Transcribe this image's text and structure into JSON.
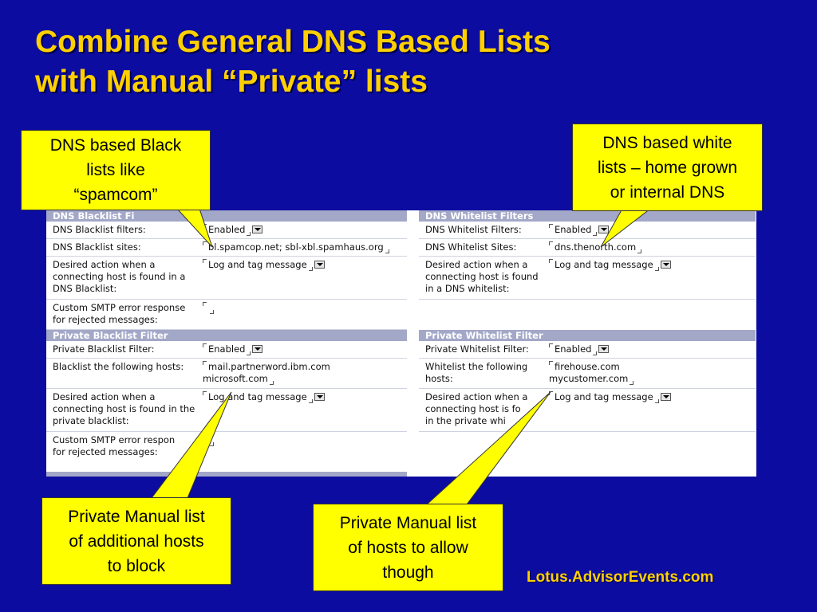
{
  "slide": {
    "title_lines": [
      "Combine General DNS Based Lists",
      "with Manual “Private” lists"
    ],
    "footer": "Lotus.AdvisorEvents.com"
  },
  "left": {
    "dns_header": "DNS Blacklist Fi",
    "dns_filters_label": "DNS Blacklist filters:",
    "dns_filters_value": "Enabled",
    "dns_sites_label": "DNS Blacklist sites:",
    "dns_sites_value": "bl.spamcop.net; sbl-xbl.spamhaus.org",
    "dns_action_label_lines": [
      "Desired action when a",
      "connecting host is found in a",
      "DNS Blacklist:"
    ],
    "dns_action_value": "Log and tag message",
    "smtp_label_lines": [
      "Custom SMTP error response",
      "for rejected messages:"
    ],
    "private_header": "Private Blacklist Filter",
    "private_filter_label": "Private Blacklist Filter:",
    "private_filter_value": "Enabled",
    "hosts_label": "Blacklist the following hosts:",
    "hosts_values": [
      "mail.partnerword.ibm.com",
      "microsoft.com"
    ],
    "private_action_label_lines": [
      "Desired action when a",
      "connecting host is found in the",
      "private blacklist:"
    ],
    "private_action_value": "Log and tag message",
    "private_smtp_label_lines": [
      "Custom SMTP error respon",
      "for rejected messages:"
    ]
  },
  "right": {
    "dns_header": "DNS Whitelist Filters",
    "dns_filters_label": "DNS Whitelist Filters:",
    "dns_filters_value": "Enabled",
    "dns_sites_label": "DNS Whitelist Sites:",
    "dns_sites_value": "dns.thenorth.com",
    "dns_action_label_lines": [
      "Desired action when a",
      "connecting host is found",
      "in a DNS whitelist:"
    ],
    "dns_action_value": "Log and tag message",
    "private_header": "Private Whitelist Filter",
    "private_filter_label": "Private Whitelist Filter:",
    "private_filter_value": "Enabled",
    "hosts_label_lines": [
      "Whitelist the following",
      "hosts:"
    ],
    "hosts_values": [
      "firehouse.com",
      "mycustomer.com"
    ],
    "private_action_label_lines": [
      "Desired action when a",
      "connecting host is fo",
      "in the private whi"
    ],
    "private_action_value": "Log and tag message"
  },
  "callouts": {
    "black": [
      "DNS based Black",
      "lists like",
      "“spamcom”"
    ],
    "white": [
      "DNS based white",
      "lists – home grown",
      "or internal DNS"
    ],
    "block": [
      "Private Manual list",
      "of additional hosts",
      "to block"
    ],
    "allow": [
      "Private Manual list",
      "of hosts to allow",
      "though"
    ]
  },
  "colors": {
    "background": "#0c0ca0",
    "title": "#ffd000",
    "callout": "#ffff00",
    "section_header": "#a3a8c8"
  }
}
